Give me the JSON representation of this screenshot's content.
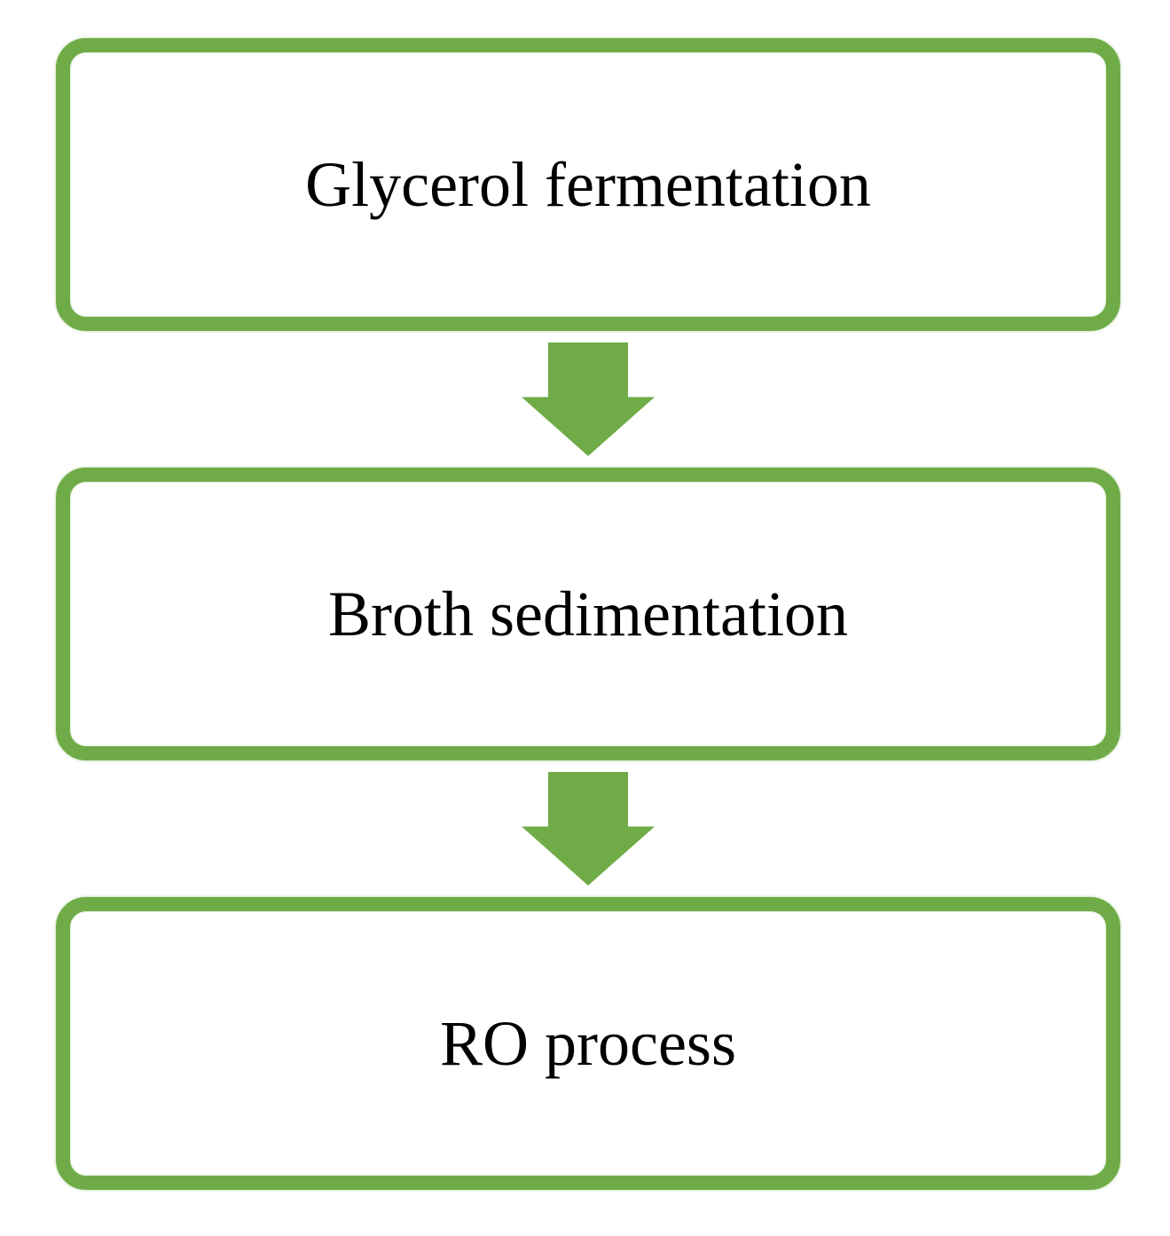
{
  "diagram": {
    "type": "flowchart",
    "direction": "top-down",
    "colors": {
      "accent_green": "#6FAC47",
      "box_fill": "#FFFFFF",
      "text": "#000000"
    },
    "connector": "down-block-arrow",
    "steps": [
      {
        "label": "Glycerol fermentation"
      },
      {
        "label": "Broth sedimentation"
      },
      {
        "label": "RO process"
      }
    ]
  }
}
